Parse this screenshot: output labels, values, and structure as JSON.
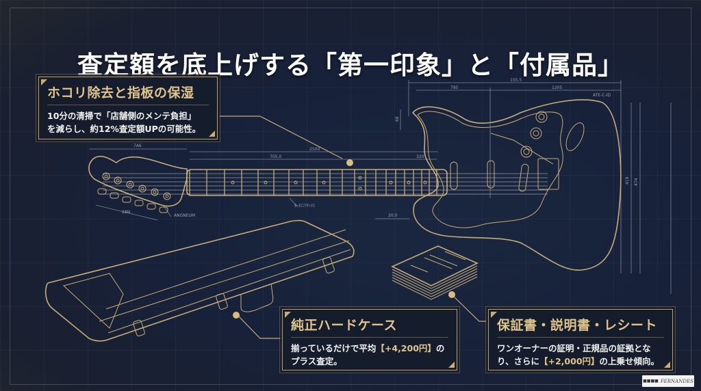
{
  "title": "査定額を底上げする「第一印象」と「付属品」",
  "colors": {
    "background": "#17213a",
    "accent_gold": "#c8ad78",
    "title_text": "#ffffff",
    "heading_gold": "#e0c48e"
  },
  "callouts": [
    {
      "id": "cleaning",
      "heading": "ホコリ除去と指板の保湿",
      "body_line1": "10分の清掃で「店舗側のメンテ負担」",
      "body_line2": "を減らし、約12%査定額UPの可能性。"
    },
    {
      "id": "hard_case",
      "heading": "純正ハードケース",
      "body_pre": "揃っているだけで平均",
      "body_highlight": "【+4,200円】",
      "body_post": "の",
      "body_line2": "プラス査定。"
    },
    {
      "id": "documents",
      "heading": "保証書・説明書・レシート",
      "body_line1": "ワンオーナーの証明・正規品の証拠とな",
      "body_pre2": "り、さらに",
      "body_highlight": "【+2,000円】",
      "body_post2": "の上乗せ傾向。"
    }
  ],
  "blueprint_dimensions": {
    "body_total": "155.5",
    "body_left": "795",
    "body_right": "1205",
    "scale_length": "2500",
    "neck_length": "705.0",
    "neck_to_body": "320",
    "headstock": "7A6",
    "headstock_lower": "28N",
    "bottom_dim": "20.0",
    "vertical_left": "68",
    "vertical_right_1": "419",
    "vertical_right_2": "474",
    "note_top_right": "ATE-C-ID",
    "note_fret": "ﾀｰﾀｽﾌｱﾁｯｸｽ",
    "note_head": "ANGNEUM"
  },
  "logo": {
    "left_text": "■■■■",
    "brand": "FERNANDES"
  }
}
